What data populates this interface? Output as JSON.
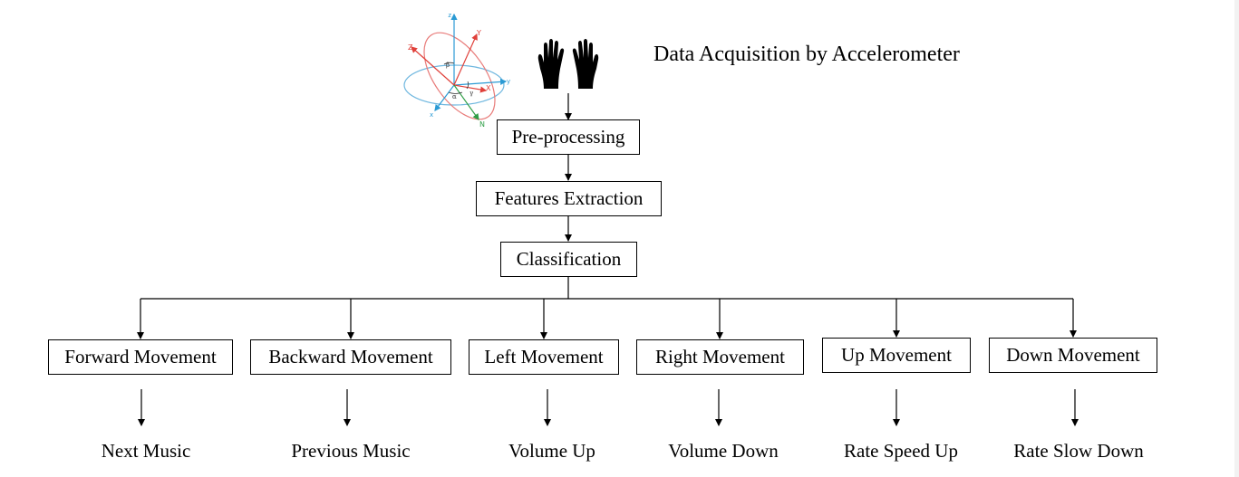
{
  "header": {
    "title": "Data Acquisition by Accelerometer"
  },
  "axes_figure": {
    "labels": [
      "z",
      "Z",
      "Y",
      "y",
      "X",
      "x",
      "N",
      "β",
      "α",
      "γ"
    ]
  },
  "pipeline": [
    "Pre-processing",
    "Features Extraction",
    "Classification"
  ],
  "movements": [
    {
      "name": "Forward Movement",
      "action": "Next Music"
    },
    {
      "name": "Backward Movement",
      "action": "Previous Music"
    },
    {
      "name": "Left Movement",
      "action": "Volume Up"
    },
    {
      "name": "Right Movement",
      "action": "Volume Down"
    },
    {
      "name": "Up Movement",
      "action": "Rate Speed Up"
    },
    {
      "name": "Down Movement",
      "action": "Rate Slow Down"
    }
  ],
  "colors": {
    "axis_blue": "#2a9ad4",
    "axis_red": "#e0403a",
    "axis_green": "#2e9e46",
    "ring_blue": "#6fb7df",
    "ring_red": "#e87a78",
    "gloves": "#000000"
  }
}
